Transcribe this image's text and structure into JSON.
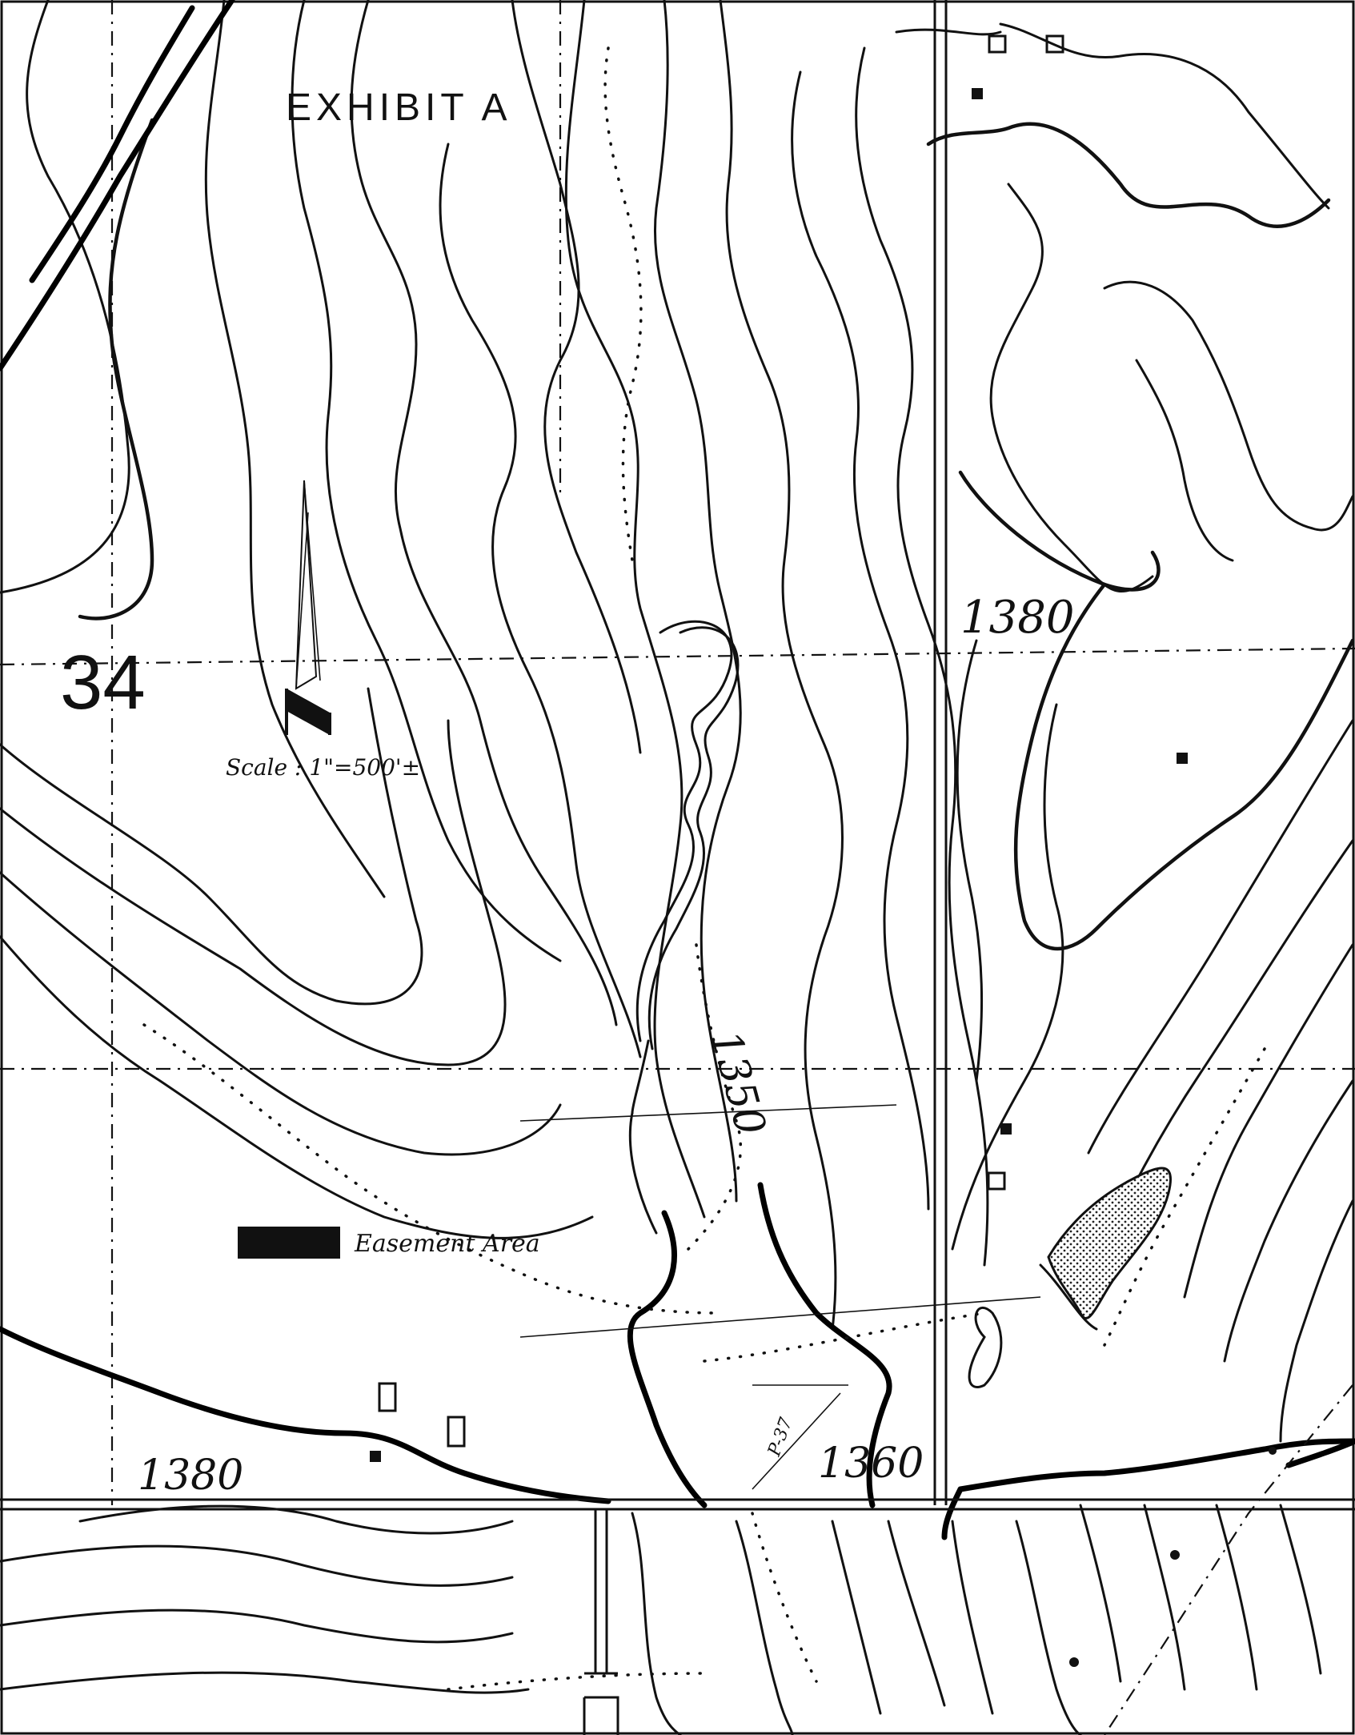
{
  "sheet": {
    "exhibit_label": "EXHIBIT A",
    "section_number": "34",
    "scale_note": "Scale : 1\"=500'±",
    "easement_legend": "Easement Area",
    "pipeline_label": "P-37"
  },
  "contour_labels": [
    {
      "id": "1380-ne",
      "text": "1380"
    },
    {
      "id": "1350-center",
      "text": "1350"
    },
    {
      "id": "1380-sw",
      "text": "1380"
    },
    {
      "id": "1360-s",
      "text": "1360"
    }
  ],
  "colors": {
    "ink": "#111111",
    "paper": "#ffffff",
    "easement_fill": "#111111"
  }
}
